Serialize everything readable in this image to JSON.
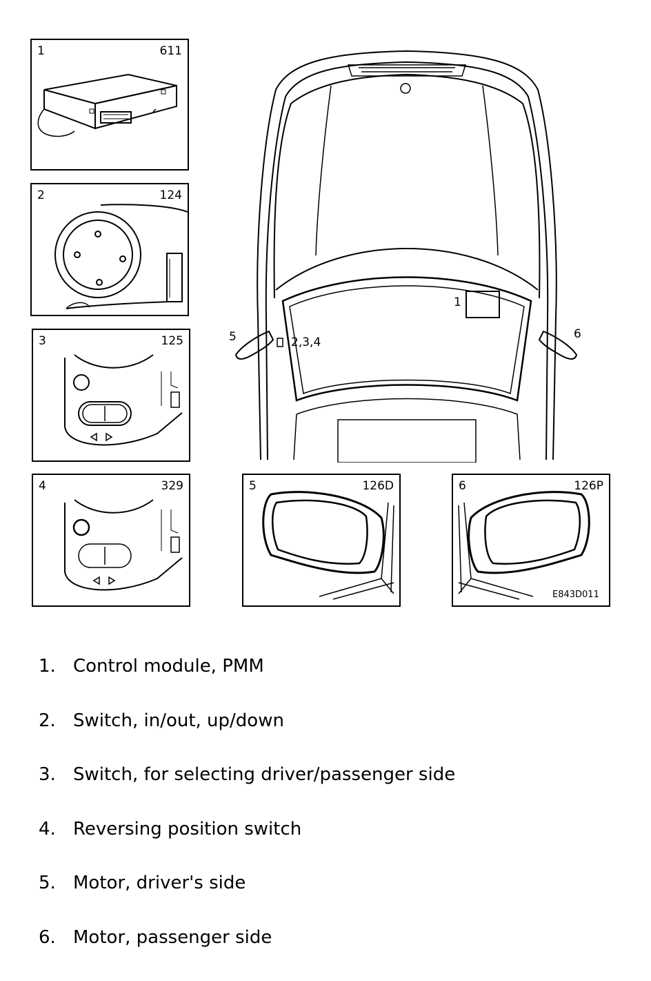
{
  "panels": [
    {
      "num": "1",
      "code": "611"
    },
    {
      "num": "2",
      "code": "124"
    },
    {
      "num": "3",
      "code": "125"
    },
    {
      "num": "4",
      "code": "329"
    },
    {
      "num": "5",
      "code": "126D"
    },
    {
      "num": "6",
      "code": "126P"
    }
  ],
  "car_labels": {
    "module": "1",
    "switches": "2,3,4",
    "driver_mirror": "5",
    "passenger_mirror": "6"
  },
  "figure_id": "E843D011",
  "legend": [
    {
      "num": "1.",
      "text": "Control module, PMM"
    },
    {
      "num": "2.",
      "text": "Switch, in/out, up/down"
    },
    {
      "num": "3.",
      "text": "Switch, for selecting driver/passenger side"
    },
    {
      "num": "4.",
      "text": "Reversing position switch"
    },
    {
      "num": "5.",
      "text": "Motor, driver's side"
    },
    {
      "num": "6.",
      "text": "Motor, passenger side"
    }
  ]
}
